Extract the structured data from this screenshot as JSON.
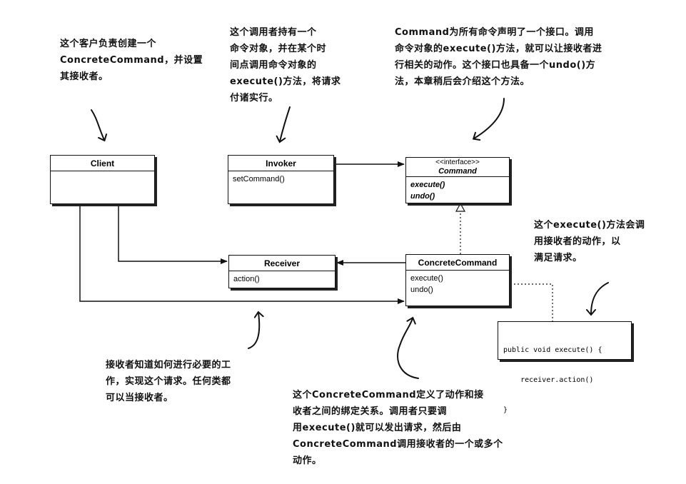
{
  "boxes": {
    "client": {
      "name": "Client"
    },
    "invoker": {
      "name": "Invoker",
      "methods": [
        "setCommand()"
      ]
    },
    "command": {
      "stereotype": "<<interface>>",
      "name": "Command",
      "methods": [
        "execute()",
        "undo()"
      ]
    },
    "receiver": {
      "name": "Receiver",
      "methods": [
        "action()"
      ]
    },
    "concrete_command": {
      "name": "ConcreteCommand",
      "methods": [
        "execute()",
        "undo()"
      ]
    }
  },
  "code": {
    "lines": [
      "public void execute() {",
      "    receiver.action()",
      "}"
    ]
  },
  "notes": {
    "client": [
      "这个客户负责创建一个",
      "ConcreteCommand，并设置",
      "其接收者。"
    ],
    "invoker": [
      "这个调用者持有一个",
      "命令对象，并在某个时",
      "间点调用命令对象的",
      "execute()方法，将请求",
      "付诸实行。"
    ],
    "command": [
      "Command为所有命令声明了一个接口。调用",
      "命令对象的execute()方法，就可以让接收者进",
      "行相关的动作。这个接口也具备一个undo()方",
      "法，本章稍后会介绍这个方法。"
    ],
    "execute": [
      "这个execute()方法会调",
      "用接收者的动作，以",
      "满足请求。"
    ],
    "receiver": [
      "接收者知道如何进行必要的工",
      "作，实现这个请求。任何类都",
      "可以当接收者。"
    ],
    "concrete": [
      "这个ConcreteCommand定义了动作和接",
      "收者之间的绑定关系。调用者只要调",
      "用execute()就可以发出请求，然后由",
      "ConcreteCommand调用接收者的一个或多个",
      "动作。"
    ]
  }
}
